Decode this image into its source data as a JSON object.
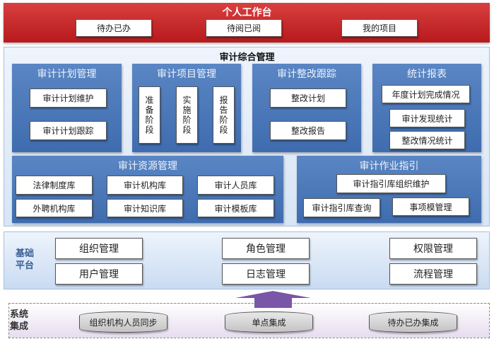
{
  "personal": {
    "title": "个人工作台",
    "items": [
      "待办已办",
      "待阅已阅",
      "我的项目"
    ]
  },
  "audit": {
    "title": "审计综合管理",
    "plan": {
      "title": "审计计划管理",
      "items": [
        "审计计划维护",
        "审计计划跟踪"
      ]
    },
    "project": {
      "title": "审计项目管理",
      "items": [
        "准备阶段",
        "实施阶段",
        "报告阶段"
      ]
    },
    "rectify": {
      "title": "审计整改跟踪",
      "items": [
        "整改计划",
        "整改报告"
      ]
    },
    "report": {
      "title": "统计报表",
      "items": [
        "年度计划完成情况",
        "审计发现统计",
        "整改情况统计"
      ]
    },
    "resource": {
      "title": "审计资源管理",
      "items": [
        "法律制度库",
        "审计机构库",
        "审计人员库",
        "外聘机构库",
        "审计知识库",
        "审计模板库"
      ]
    },
    "guide": {
      "title": "审计作业指引",
      "items": [
        "审计指引库组织维护",
        "审计指引库查询",
        "事项模管理"
      ]
    }
  },
  "base": {
    "label": "基础平台",
    "items": [
      "组织管理",
      "角色管理",
      "权限管理",
      "用户管理",
      "日志管理",
      "流程管理"
    ]
  },
  "system": {
    "label": "系统集成",
    "items": [
      "组织机构人员同步",
      "单点集成",
      "待办已办集成"
    ]
  },
  "colors": {
    "red": "#c62a2b",
    "blue": "#4a77b8",
    "arrow": "#7a56a8"
  }
}
